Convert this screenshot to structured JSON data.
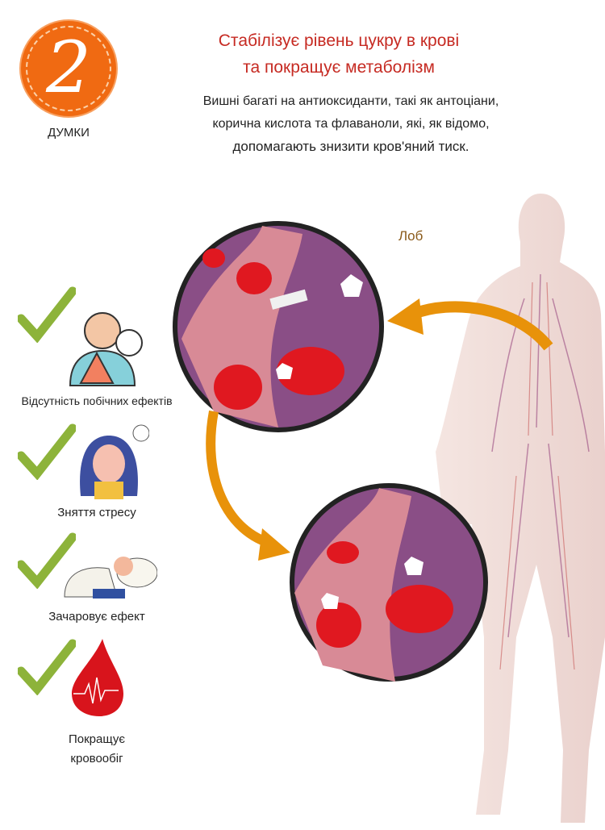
{
  "badge": {
    "number": "2",
    "label": "ДУМКИ"
  },
  "title": {
    "line1": "Стабілізує рівень цукру в крові",
    "line2": "та покращує метаболізм"
  },
  "description": {
    "line1": "Вишні багаті на антиоксиданти, такі як антоціани,",
    "line2": "корична кислота та флаваноли, які, як відомо,",
    "line3": "допомагають знизити кров'яний тиск."
  },
  "anatomy_label": "Лоб",
  "benefits": [
    {
      "label": "Відсутність побічних ефектів",
      "icon": "no-side-effects-icon"
    },
    {
      "label": "Зняття стресу",
      "icon": "stress-relief-icon"
    },
    {
      "label": "Зачаровує ефект",
      "icon": "sleep-icon"
    },
    {
      "label": "Покращує кровообіг",
      "line1": "Покращує",
      "line2": "кровообіг",
      "icon": "blood-drop-icon"
    }
  ],
  "colors": {
    "accent": "#f06a12",
    "title": "#c62a22",
    "check": "#8db33a",
    "blood": "#d8141c",
    "arrow": "#e8920a"
  }
}
